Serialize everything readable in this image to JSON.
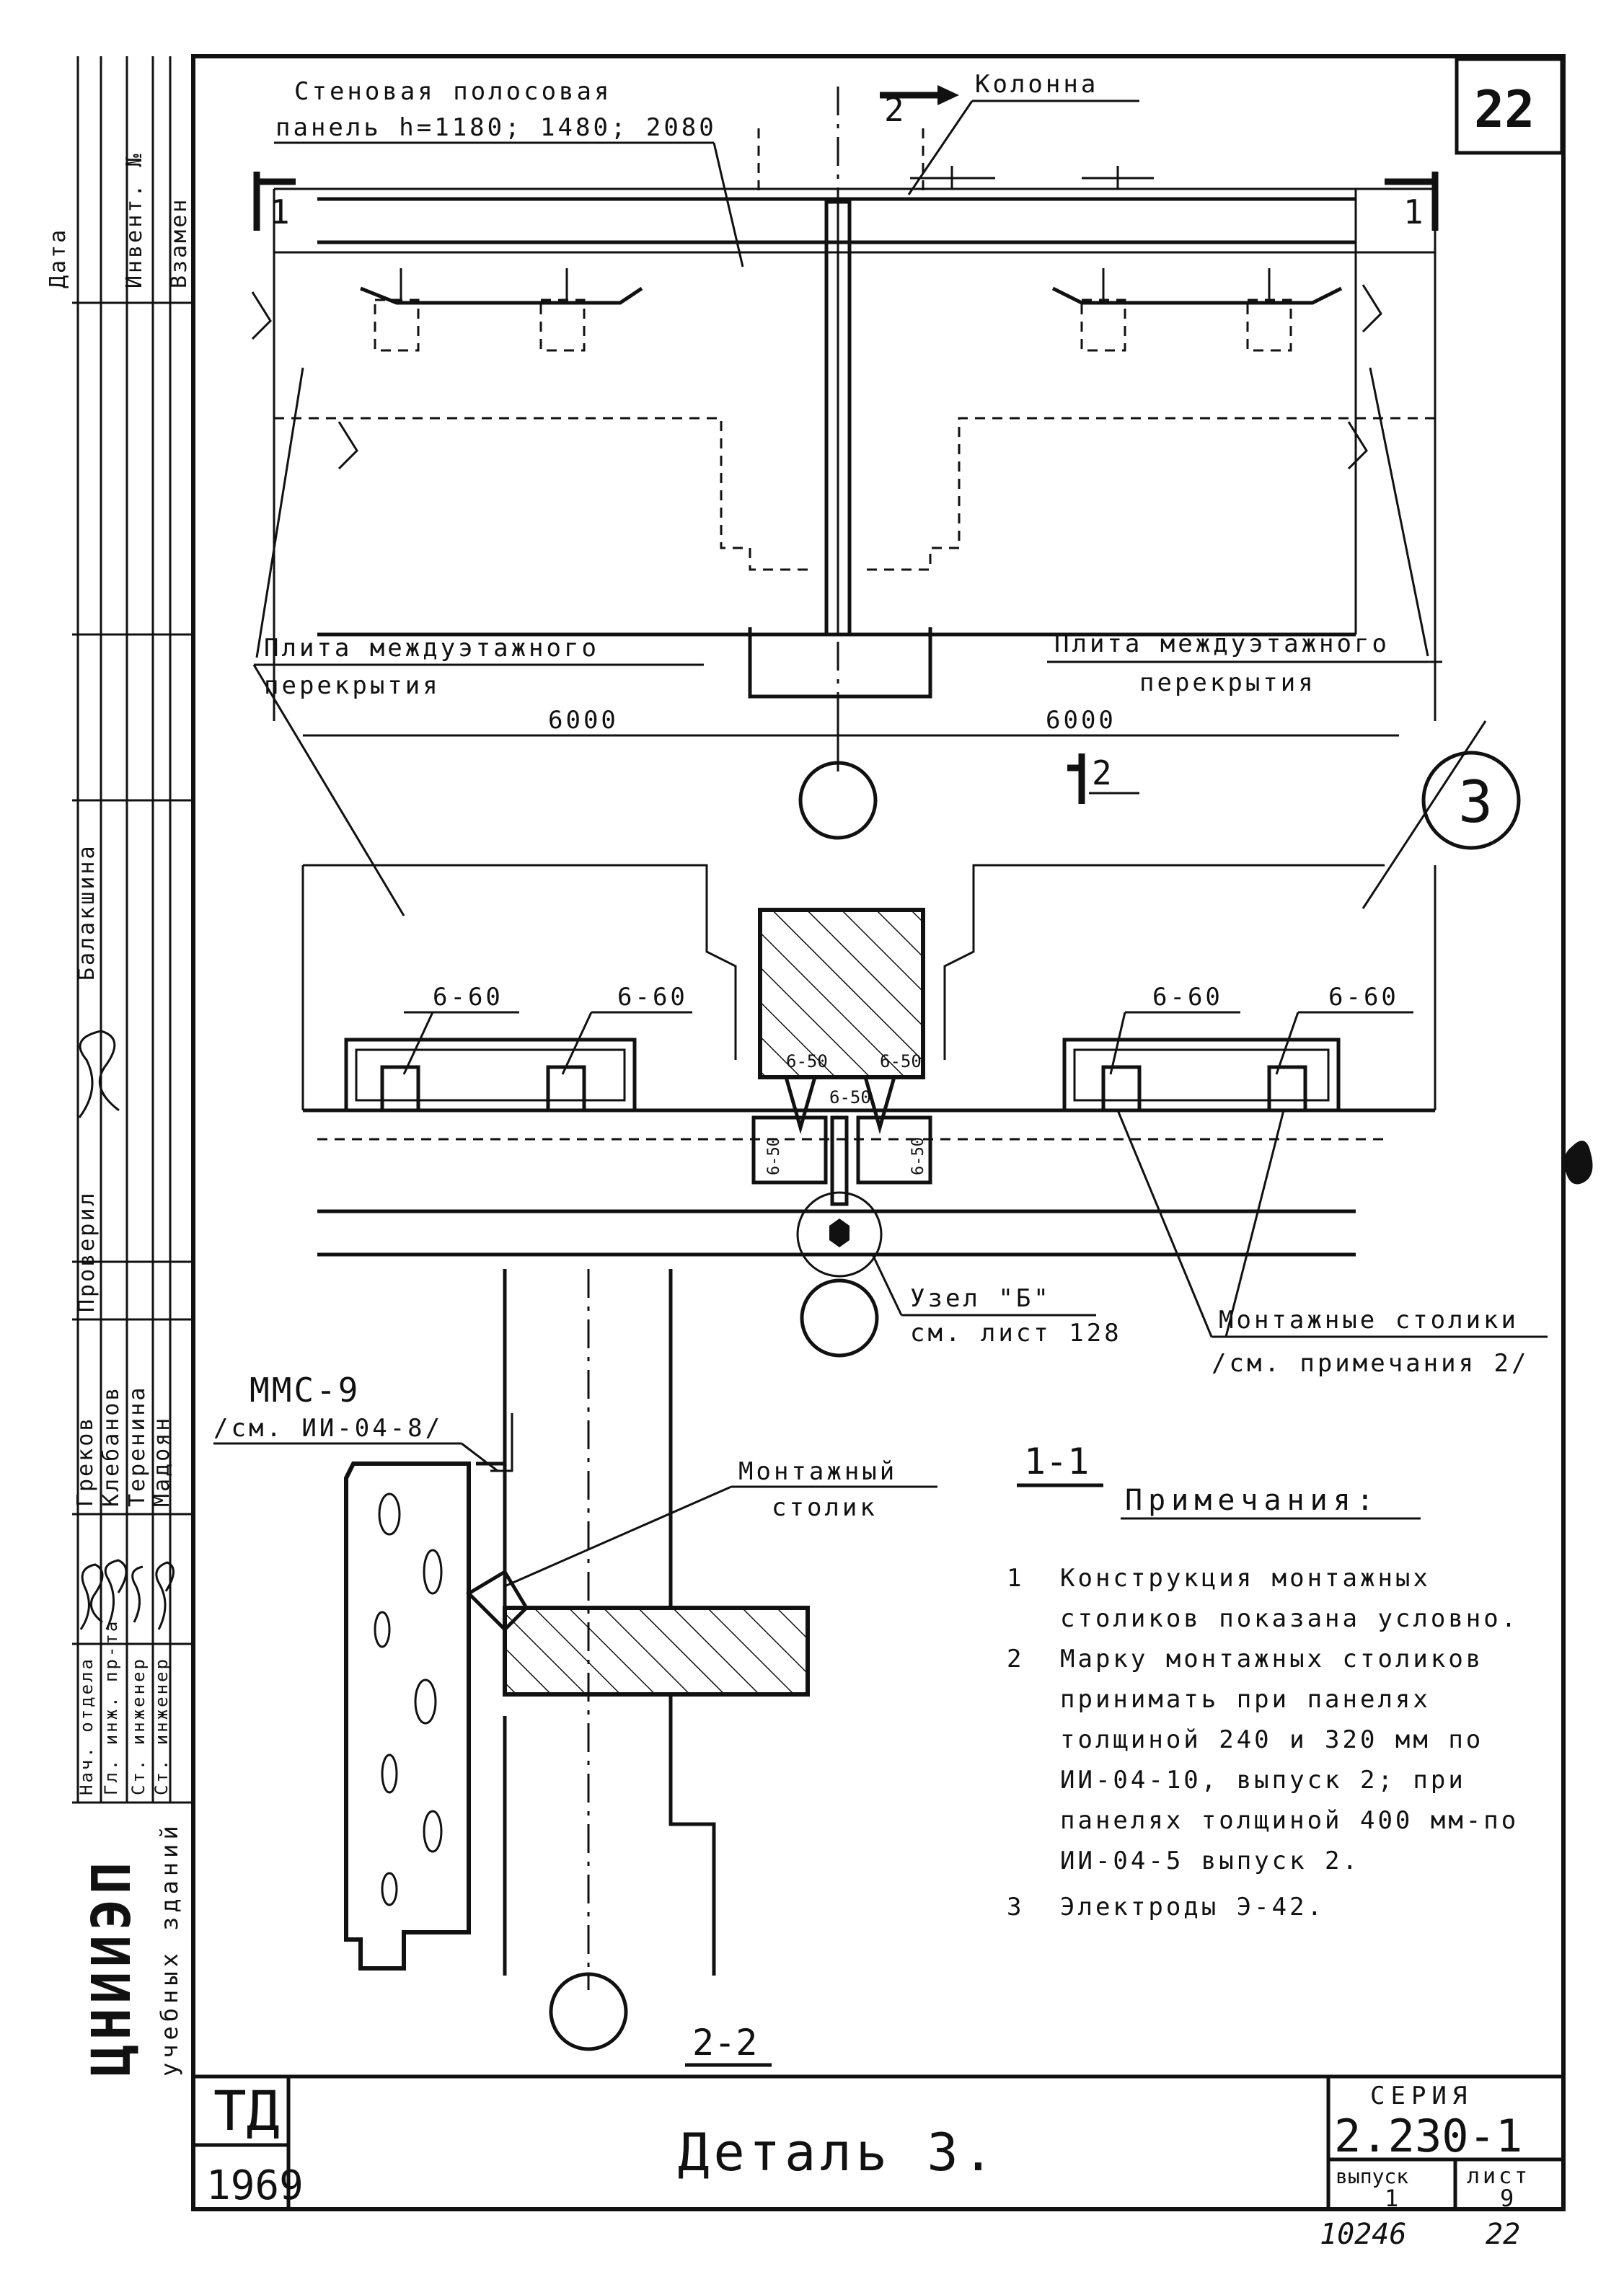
{
  "sheet": {
    "number_top": "22",
    "detail_marker": "3",
    "title": "Деталь 3.",
    "organization": "ЦНИИЭП",
    "organization_sub": "учебных зданий",
    "stamp": "ТД",
    "year": "1969",
    "series_label": "СЕРИЯ",
    "series_value": "2.230-1",
    "issue_label": "выпуск",
    "issue_value": "1",
    "sheet_label": "лист",
    "sheet_value": "9",
    "inventory_number": "10246",
    "page_number": "22"
  },
  "left_table": {
    "top_labels": [
      "Дата",
      "Инвент. №",
      "Взамен"
    ],
    "role_labels": [
      "Нач. отдела",
      "Гл. инж. пр-та",
      "Ст. инженер",
      "Ст. инженер"
    ],
    "names": [
      "Греков",
      "Клебанов",
      "Теренина",
      "Мадоян"
    ],
    "checked_label": "Проверил",
    "checked_name": "Балакшина"
  },
  "plan": {
    "panel_label_line1": "Стеновая полосовая",
    "panel_label_line2": "панель h=1180; 1480; 2080",
    "column_label": "Колонна",
    "section_2_mark": "2",
    "section_1_left": "1",
    "section_1_right": "1",
    "slab_left_line1": "Плита междуэтажного",
    "slab_left_line2": "перекрытия",
    "slab_right_line1": "Плита междуэтажного",
    "slab_right_line2": "перекрытия",
    "dim_left": "6000",
    "dim_right": "6000"
  },
  "plan_detail": {
    "section_mark": "2",
    "welds": [
      "6-60",
      "6-60",
      "6-60",
      "6-60"
    ],
    "column_welds": [
      "6-50",
      "6-50",
      "6-50",
      "6-50",
      "6-50"
    ],
    "node_label": "Узел \"Б\"",
    "node_ref": "см. лист 128",
    "posts_label": "Монтажные столики",
    "posts_ref": "/см. примечания 2/"
  },
  "section": {
    "mmc_label": "ММС-9",
    "mmc_ref": "/см. ИИ-04-8/",
    "post_label_line1": "Монтажный",
    "post_label_line2": "столик",
    "section_title": "1-1",
    "view_title": "2-2"
  },
  "notes": {
    "heading": "Примечания:",
    "items": [
      {
        "num": "1",
        "lines": [
          "Конструкция монтажных",
          "столиков показана условно."
        ]
      },
      {
        "num": "2",
        "lines": [
          "Марку монтажных столиков",
          "принимать при панелях",
          "толщиной 240 и 320 мм по",
          "ИИ-04-10, выпуск 2; при",
          "панелях толщиной 400 мм-по",
          "ИИ-04-5 выпуск 2."
        ]
      },
      {
        "num": "3",
        "lines": [
          "Электроды Э-42."
        ]
      }
    ]
  }
}
